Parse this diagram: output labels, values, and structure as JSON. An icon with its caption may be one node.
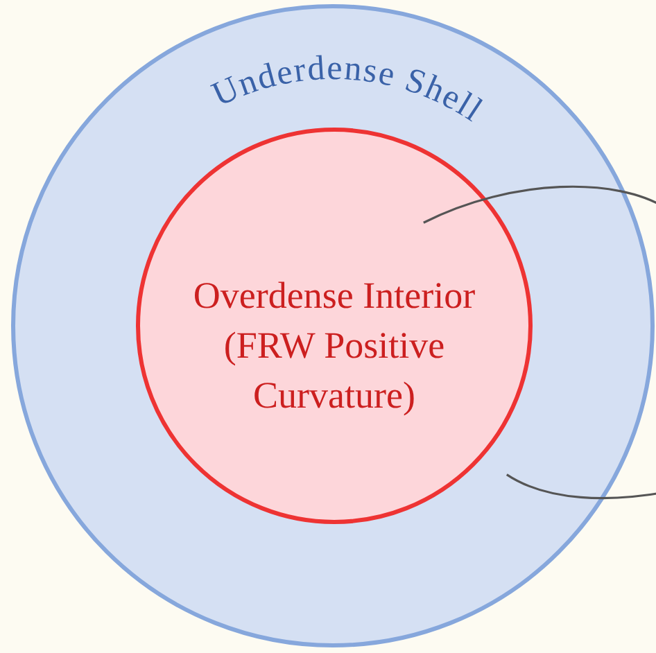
{
  "diagram": {
    "nodes": [
      {
        "text": [
          "Underdense Shell"
        ]
      },
      {
        "text": [
          "Overdense Interior (FRW Positive Curvature)"
        ],
        "in": 0
      }
    ],
    "edges": [
      {
        "from": 1,
        "to": null,
        "arrow": "none"
      },
      {
        "from": 1,
        "to": null,
        "arrow": "none"
      }
    ]
  }
}
